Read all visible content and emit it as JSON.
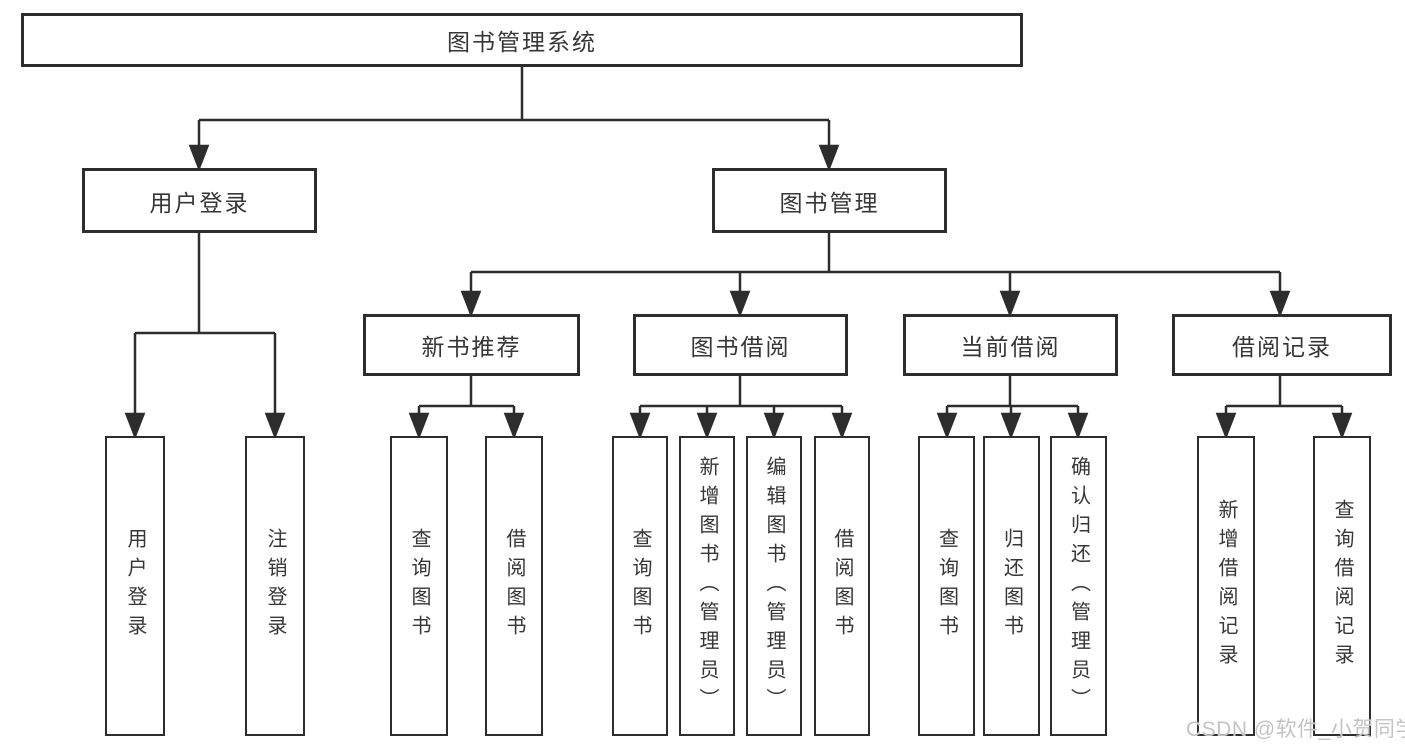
{
  "diagram_title": "图书管理系统",
  "colors": {
    "line": "#2d2d2d",
    "box_border": "#2d2d2d",
    "text": "#363636",
    "background": "#ffffff",
    "watermark": "#c4c4c4"
  },
  "tree": {
    "root": {
      "label": "图书管理系统",
      "children": [
        {
          "label": "用户登录",
          "children": [
            {
              "label": "用户登录"
            },
            {
              "label": "注销登录"
            }
          ]
        },
        {
          "label": "图书管理",
          "children": [
            {
              "label": "新书推荐",
              "children": [
                {
                  "label": "查询图书"
                },
                {
                  "label": "借阅图书"
                }
              ]
            },
            {
              "label": "图书借阅",
              "children": [
                {
                  "label": "查询图书"
                },
                {
                  "label": "新增图书（管理员）"
                },
                {
                  "label": "编辑图书（管理员）"
                },
                {
                  "label": "借阅图书"
                }
              ]
            },
            {
              "label": "当前借阅",
              "children": [
                {
                  "label": "查询图书"
                },
                {
                  "label": "归还图书"
                },
                {
                  "label": "确认归还（管理员）"
                }
              ]
            },
            {
              "label": "借阅记录",
              "children": [
                {
                  "label": "新增借阅记录"
                },
                {
                  "label": "查询借阅记录"
                }
              ]
            }
          ]
        }
      ]
    }
  },
  "watermark": {
    "text": "CSDN @软件_小贺同学"
  }
}
